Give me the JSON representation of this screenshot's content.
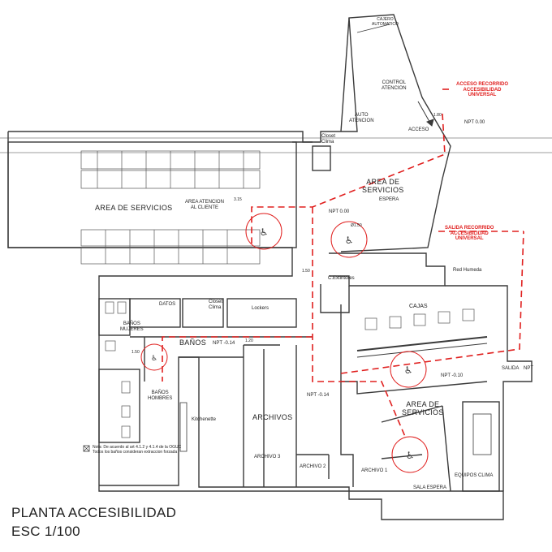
{
  "title": {
    "line1": "PLANTA ACCESIBILIDAD",
    "line2": "ESC 1/100"
  },
  "note": {
    "line1": "Nota: De acuerdo al art 4.1.2 y 4.1.4 de la OGUC",
    "line2": "Todos los baños consideran extraccion forzada"
  },
  "rooms": {
    "area_servicios_main": "AREA DE SERVICIOS",
    "area_atencion": [
      "AREA ATENCION",
      "AL CLIENTE"
    ],
    "area_servicios_espera": [
      "AREA DE",
      "SERVICIOS"
    ],
    "espera": "ESPERA",
    "area_servicios_lower": [
      "AREA DE",
      "SERVICIOS"
    ],
    "auto_atencion": [
      "AUTO",
      "ATENCION"
    ],
    "control_atencion": [
      "CONTROL",
      "ATENCION"
    ],
    "cajero": [
      "CAJERO",
      "AUTOMATICO"
    ],
    "closet_clima_top": [
      "Closet",
      "Clima"
    ],
    "closet_clima_mid": [
      "Closet",
      "Clima"
    ],
    "datos": "DATOS",
    "lockers": "Lockers",
    "banos": "BAÑOS",
    "banos_mujeres": [
      "BAÑOS",
      "MUJERES"
    ],
    "banos_hombres": [
      "BAÑOS",
      "HOMBRES"
    ],
    "kitchenette": "Kitchenette",
    "archivos": "ARCHIVOS",
    "archivo1": "ARCHIVO 1",
    "archivo2": "ARCHIVO 2",
    "archivo3": "ARCHIVO 3",
    "cajas": "CAJAS",
    "red_humeda": "Red Humeda",
    "c_extintores": "C.Extintores",
    "sala_espera": "SALA ESPERA",
    "equipos_clima": "EQUIPOS CLIMA",
    "acceso": "ACCESO",
    "salida": "SALIDA"
  },
  "levels": {
    "npt_000_top": "NPT 0.00",
    "npt_000_mid": "NPT 0.00",
    "npt_m014_a": "NPT -0.14",
    "npt_m014_b": "NPT -0.14",
    "npt_m010": "NPT -0.10",
    "npt_right": "NPT"
  },
  "accessibility": {
    "acceso_recorrido": [
      "ACCESO RECORRIDO",
      "ACCESIBILIDAD",
      "UNIVERSAL"
    ],
    "salida_recorrido": [
      "SALIDA RECORRIDO",
      "ACCESIBILIDAD",
      "UNIVERSAL"
    ]
  },
  "dimensions": {
    "d_150_a": "1.50",
    "d_150_b": "1.50",
    "d_315": "3.15",
    "d_180": "1.80",
    "d_120": "1.20",
    "d_0150": "Ø1.50"
  },
  "colors": {
    "line": "#3a3a3a",
    "accessible_route": "#e0201f",
    "background": "#ffffff"
  }
}
